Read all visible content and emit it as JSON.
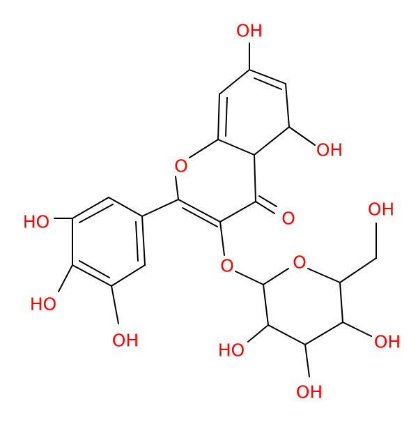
{
  "molecule": {
    "colors": {
      "bond": "#000000",
      "oxygen": "#ff0000"
    },
    "labels": {
      "oh_top": "OH",
      "oh_c5": "OH",
      "ring_o": "O",
      "carbonyl_o": "O",
      "ether_o": "O",
      "sugar_ring_o": "O",
      "oh_ch2": "OH",
      "oh_b3": "HO",
      "oh_b4": "HO",
      "oh_b5": "OH",
      "oh_s2": "HO",
      "oh_s3": "OH",
      "oh_s4": "OH"
    }
  }
}
